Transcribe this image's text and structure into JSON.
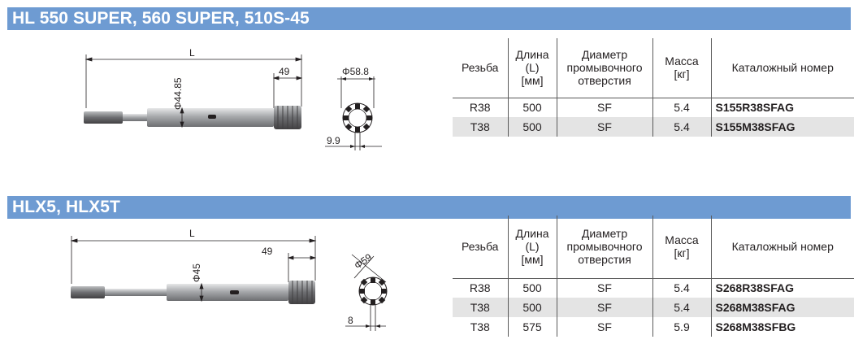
{
  "sections": [
    {
      "title": "HL 550 SUPER, 560 SUPER, 510S-45",
      "drawing": {
        "length_label": "L",
        "shank_dim": "49",
        "body_diameter": "Φ44.85",
        "end_diameter": "Φ58.8",
        "spline_dim": "9.9"
      },
      "table": {
        "headers": [
          "Резьба",
          "Длина\n(L)\n[мм]",
          "Диаметр\nпромывочного\nотверстия",
          "Масса\n[кг]",
          "Каталожный номер"
        ],
        "rows": [
          [
            "R38",
            "500",
            "SF",
            "5.4",
            "S155R38SFAG"
          ],
          [
            "T38",
            "500",
            "SF",
            "5.4",
            "S155M38SFAG"
          ]
        ]
      }
    },
    {
      "title": "HLX5, HLX5T",
      "drawing": {
        "length_label": "L",
        "shank_dim": "49",
        "body_diameter": "Φ45",
        "end_diameter": "Φ59",
        "spline_dim": "8"
      },
      "table": {
        "headers": [
          "Резьба",
          "Длина\n(L)\n[мм]",
          "Диаметр\nпромывочного\nотверстия",
          "Масса\n[кг]",
          "Каталожный номер"
        ],
        "rows": [
          [
            "R38",
            "500",
            "SF",
            "5.4",
            "S268R38SFAG"
          ],
          [
            "T38",
            "500",
            "SF",
            "5.4",
            "S268M38SFAG"
          ],
          [
            "T38",
            "575",
            "SF",
            "5.9",
            "S268M38SFBG"
          ]
        ]
      }
    }
  ],
  "colors": {
    "banner": "#6e9bd2",
    "banner_text": "#ffffff",
    "row_shade": "#e4e4e4",
    "steel_dark": "#6d6e71",
    "steel_mid": "#a7a9ac",
    "steel_light": "#d1d3d4"
  }
}
